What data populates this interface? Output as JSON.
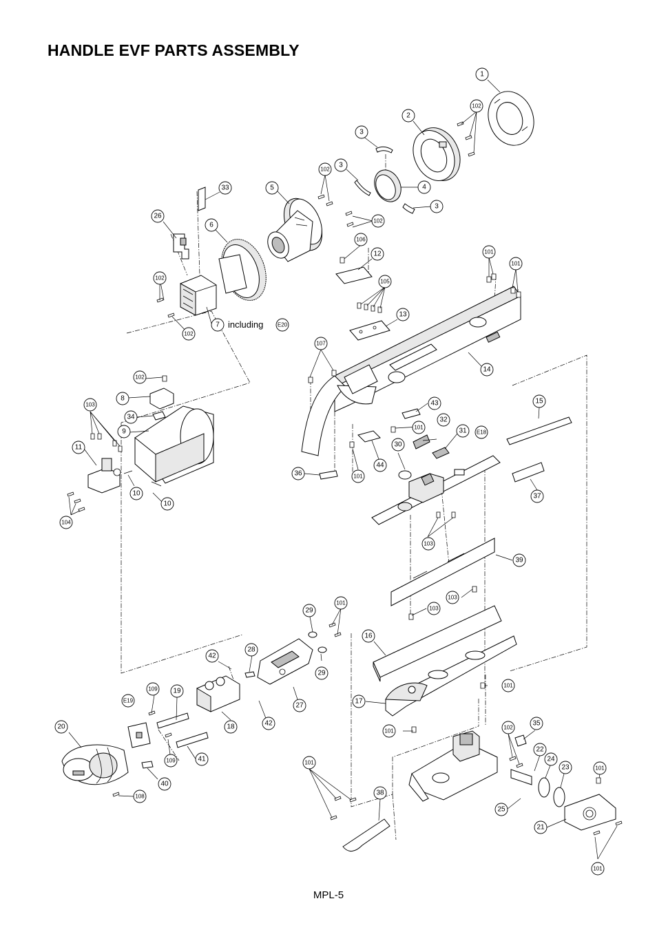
{
  "title": "HANDLE EVF PARTS ASSEMBLY",
  "footer": "MPL-5",
  "note": {
    "part": "7",
    "text": "including",
    "ref": "E20"
  },
  "callouts": [
    {
      "label": "1"
    },
    {
      "label": "2"
    },
    {
      "label": "102"
    },
    {
      "label": "3"
    },
    {
      "label": "3"
    },
    {
      "label": "4"
    },
    {
      "label": "3"
    },
    {
      "label": "102"
    },
    {
      "label": "5"
    },
    {
      "label": "33"
    },
    {
      "label": "102"
    },
    {
      "label": "26"
    },
    {
      "label": "6"
    },
    {
      "label": "106"
    },
    {
      "label": "12"
    },
    {
      "label": "105"
    },
    {
      "label": "101"
    },
    {
      "label": "101"
    },
    {
      "label": "102"
    },
    {
      "label": "13"
    },
    {
      "label": "102"
    },
    {
      "label": "107"
    },
    {
      "label": "14"
    },
    {
      "label": "102"
    },
    {
      "label": "8"
    },
    {
      "label": "103"
    },
    {
      "label": "34"
    },
    {
      "label": "9"
    },
    {
      "label": "11"
    },
    {
      "label": "10"
    },
    {
      "label": "10"
    },
    {
      "label": "104"
    },
    {
      "label": "43"
    },
    {
      "label": "15"
    },
    {
      "label": "32"
    },
    {
      "label": "101"
    },
    {
      "label": "31"
    },
    {
      "label": "E18"
    },
    {
      "label": "30"
    },
    {
      "label": "44"
    },
    {
      "label": "36"
    },
    {
      "label": "101"
    },
    {
      "label": "37"
    },
    {
      "label": "103"
    },
    {
      "label": "39"
    },
    {
      "label": "103"
    },
    {
      "label": "103"
    },
    {
      "label": "29"
    },
    {
      "label": "101"
    },
    {
      "label": "16"
    },
    {
      "label": "42"
    },
    {
      "label": "28"
    },
    {
      "label": "29"
    },
    {
      "label": "109"
    },
    {
      "label": "19"
    },
    {
      "label": "E19"
    },
    {
      "label": "27"
    },
    {
      "label": "42"
    },
    {
      "label": "18"
    },
    {
      "label": "101"
    },
    {
      "label": "17"
    },
    {
      "label": "20"
    },
    {
      "label": "109"
    },
    {
      "label": "41"
    },
    {
      "label": "40"
    },
    {
      "label": "108"
    },
    {
      "label": "101"
    },
    {
      "label": "102"
    },
    {
      "label": "35"
    },
    {
      "label": "22"
    },
    {
      "label": "24"
    },
    {
      "label": "23"
    },
    {
      "label": "101"
    },
    {
      "label": "101"
    },
    {
      "label": "38"
    },
    {
      "label": "25"
    },
    {
      "label": "21"
    },
    {
      "label": "101"
    }
  ]
}
